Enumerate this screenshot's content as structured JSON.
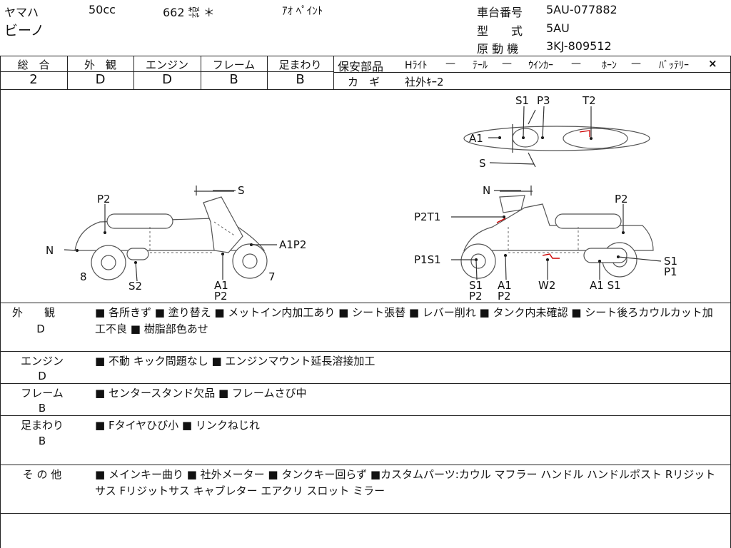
{
  "header": {
    "maker": "ヤマハ",
    "displacement": "50cc",
    "mileage": "662 ㌖ ＊",
    "color": "ｱｵ ﾍﾟｲﾝﾄ",
    "model_name": "ビーノ",
    "frame_no_label": "車台番号",
    "frame_no": "5AU-077882",
    "type_label": "型　　式",
    "type": "5AU",
    "engine_no_label": "原 動 機",
    "engine_no": "3KJ-809512"
  },
  "ratings": [
    {
      "label": "総　合",
      "value": "2"
    },
    {
      "label": "外　観",
      "value": "D"
    },
    {
      "label": "エンジン",
      "value": "D"
    },
    {
      "label": "フレーム",
      "value": "B"
    },
    {
      "label": "足まわり",
      "value": "B"
    }
  ],
  "safety": {
    "label": "保安部品",
    "items": [
      {
        "name": "Hﾗｲﾄ",
        "status": "—"
      },
      {
        "name": "ﾃｰﾙ",
        "status": "—"
      },
      {
        "name": "ｳｲﾝｶｰ",
        "status": "—"
      },
      {
        "name": "ﾎｰﾝ",
        "status": "—"
      },
      {
        "name": "ﾊﾞｯﾃﾘｰ",
        "status": "×"
      }
    ],
    "key_label": "カ　ギ",
    "key_value": "社外ｷｰ2"
  },
  "diagram": {
    "top": {
      "s1": "S1",
      "p3": "P3",
      "t2": "T2",
      "a1": "A1",
      "s": "S"
    },
    "left": {
      "s": "S",
      "p2": "P2",
      "n": "N",
      "a1p2": "A1P2",
      "n8": "8",
      "s2": "S2",
      "a1": "A1",
      "p2b": "P2",
      "n7": "7"
    },
    "right": {
      "n": "N",
      "p2": "P2",
      "p2t1": "P2T1",
      "p1s1": "P1S1",
      "s1a": "S1",
      "p1": "P1",
      "s1b": "S1",
      "p2b": "P2",
      "a1": "A1",
      "p2c": "P2",
      "w2": "W2",
      "a1s1": "A1 S1"
    }
  },
  "sections": [
    {
      "label": "外　　観",
      "grade": "D",
      "text": "■ 各所きず ■ 塗り替え ■ メットイン内加工あり ■ シート張替 ■ レバー削れ ■ タンク内未確認 ■ シート後ろカウルカット加工不良 ■ 樹脂部色あせ"
    },
    {
      "label": "エンジン",
      "grade": "D",
      "text": "■ 不動 キック問題なし ■ エンジンマウント延長溶接加工"
    },
    {
      "label": "フレーム",
      "grade": "B",
      "text": "■ センタースタンド欠品 ■ フレームさび中"
    },
    {
      "label": "足まわり",
      "grade": "B",
      "text": "■ Fタイヤひび小 ■ リンクねじれ"
    },
    {
      "label": "そ の 他",
      "grade": "",
      "text": "■ メインキー曲り ■ 社外メーター ■ タンクキー回らず ■カスタムパーツ:カウル マフラー ハンドル ハンドルポスト Rリジットサス Fリジットサス キャブレター エアクリ スロット ミラー"
    }
  ]
}
